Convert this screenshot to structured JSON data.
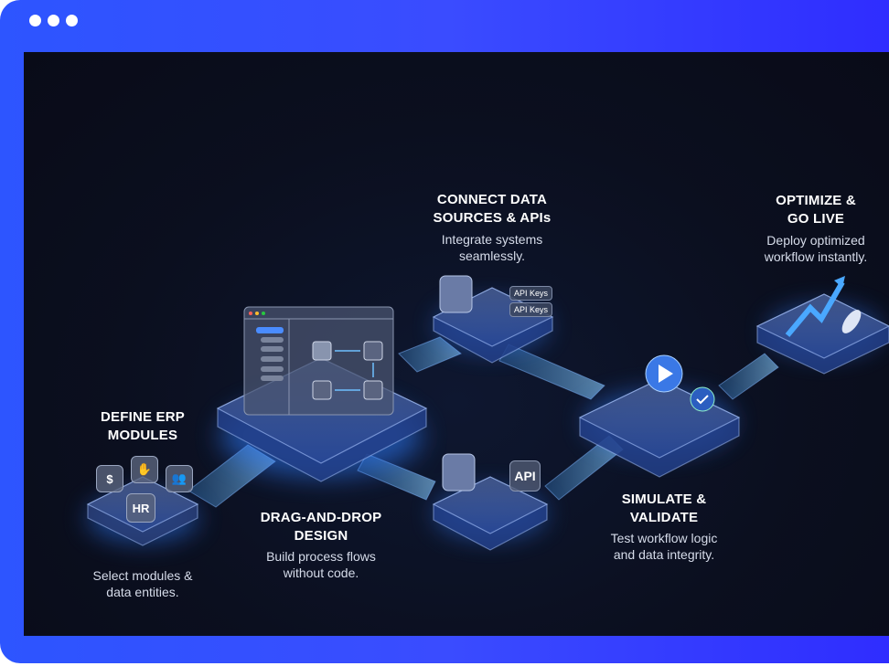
{
  "window": {
    "controls": [
      "dot",
      "dot",
      "dot"
    ]
  },
  "steps": [
    {
      "title_l1": "DEFINE ERP",
      "title_l2": "MODULES",
      "desc_l1": "Select modules &",
      "desc_l2": "data entities."
    },
    {
      "title_l1": "DRAG-AND-DROP",
      "title_l2": "DESIGN",
      "desc_l1": "Build process flows",
      "desc_l2": "without code."
    },
    {
      "title_l1": "CONNECT DATA",
      "title_l2": "SOURCES & APIs",
      "desc_l1": "Integrate systems",
      "desc_l2": "seamlessly."
    },
    {
      "title_l1": "SIMULATE &",
      "title_l2": "VALIDATE",
      "desc_l1": "Test workflow logic",
      "desc_l2": "and data integrity."
    },
    {
      "title_l1": "OPTIMIZE &",
      "title_l2": "GO LIVE",
      "desc_l1": "Deploy optimized",
      "desc_l2": "workflow instantly."
    }
  ],
  "erp_icons": {
    "finance": "$",
    "hr": "HR"
  },
  "chips": {
    "api_key_1": "API Keys",
    "api_key_2": "API Keys",
    "api": "API"
  },
  "colors": {
    "frame": "#2f4cff",
    "accent": "#4aa8ff",
    "background": "#0b0f1f"
  }
}
